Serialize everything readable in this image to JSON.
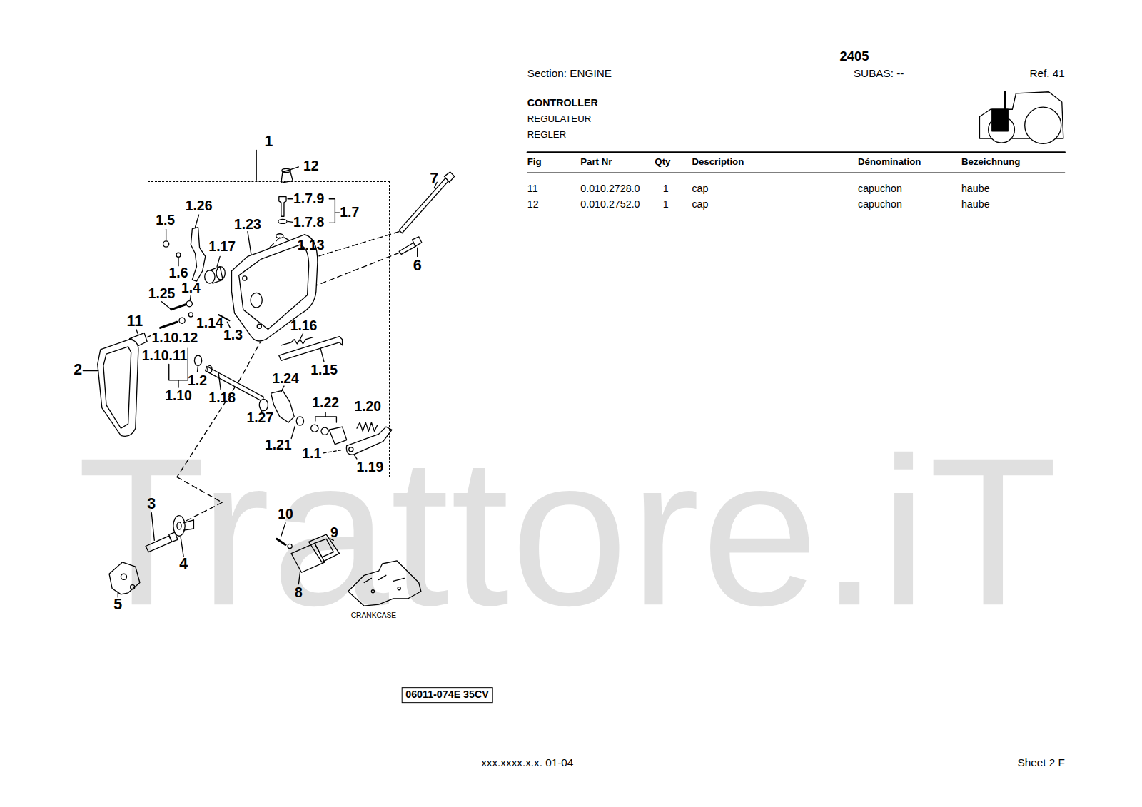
{
  "diagram": {
    "title": "CONTROLLER",
    "nodes": [
      {
        "text": [
          "1"
        ]
      }
    ],
    "labels": [
      "2405",
      "Section: ENGINE",
      "SUBAS: --",
      "Ref. 41",
      "REGULATEUR",
      "REGLER",
      "Fig",
      "Part Nr",
      "Qty",
      "Description",
      "Dénomination",
      "Bezeichnung",
      "11",
      "0.010.2728.0",
      "1",
      "cap",
      "capuchon",
      "haube",
      "12",
      "0.010.2752.0",
      "1",
      "cap",
      "capuchon",
      "haube",
      "12",
      "1.7.9",
      "1.7",
      "1.7.8",
      "1.13",
      "1.5",
      "1.26",
      "1.23",
      "7",
      "6",
      "1.17",
      "1.6",
      "1.4",
      "1.25",
      "1.14",
      "1.3",
      "11",
      "1.10.12",
      "1.10.11",
      "1.16",
      "2",
      "1.15",
      "1.2",
      "1.10",
      "1.18",
      "1.24",
      "1.27",
      "1.22",
      "1.20",
      "1.21",
      "1.1",
      "1.19",
      "3",
      "4",
      "5",
      "10",
      "9",
      "8",
      "CRANKCASE",
      "06011-074E 35CV",
      "xxx.xxxx.x.x. 01-04",
      "Sheet 2 F",
      "Trattore.iT"
    ]
  }
}
